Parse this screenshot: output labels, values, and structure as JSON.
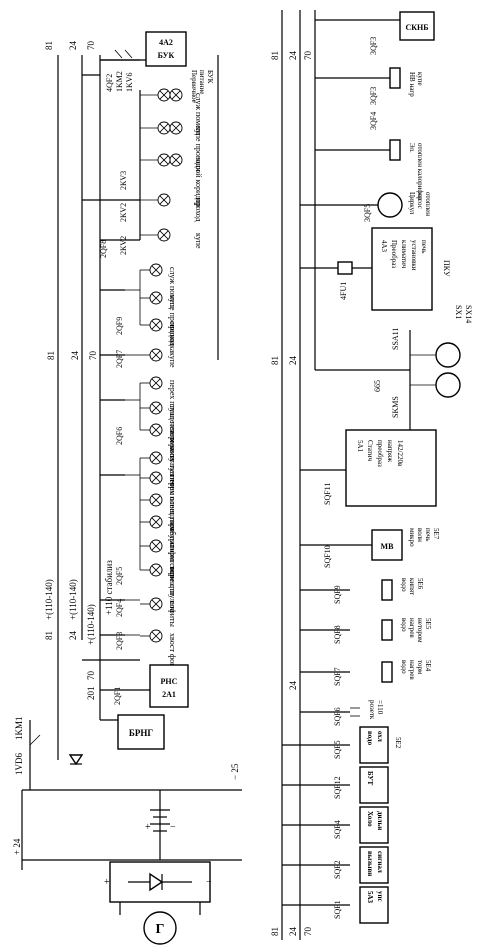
{
  "colors": {
    "ink": "#000000",
    "paper": "#ffffff"
  },
  "left": {
    "bus_top": [
      "81",
      "24",
      "70"
    ],
    "bus_mid": [
      "81",
      "24",
      "70"
    ],
    "bus_bottom": [
      "81",
      "24",
      "70",
      "201"
    ],
    "top_right": {
      "switches": [
        "4QF2",
        "1KM2",
        "1KV6"
      ],
      "box": "4А2\nБУК",
      "caption": [
        "Первичное",
        "питание",
        "БУК"
      ]
    },
    "kv_lamps": [
      {
        "text": "служ помещ",
        "type": "cross"
      },
      {
        "text": "купе проводн",
        "type": "cross"
      },
      {
        "text": "косой коридор",
        "type": "cross"
      },
      {
        "text": "проход",
        "type": "cross"
      },
      {
        "text": "купе",
        "type": "cross"
      }
    ],
    "kv_relays": [
      "2КV3",
      "2КV2",
      "2КV2"
    ],
    "qf8": "2QF8",
    "lamp_groups": [
      {
        "qf": "2QF9",
        "items": [
          "служ помещ",
          "купе проводника",
          "проход"
        ]
      },
      {
        "qf": "2QF7",
        "items": [
          "купе"
        ]
      },
      {
        "qf": "2QF6",
        "items": [
          "перех площ нетормоз",
          "туалет нетормоз",
          "сигн занят туалет"
        ]
      },
      {
        "qf": "2QF5",
        "items": [
          "туалет торм",
          "перех площ торм",
          "освещ котельн",
          "тамбур торм стор",
          "софит торм отп",
          "освещ пульта"
        ]
      },
      {
        "qf": "2QF4",
        "items": [
          "софиты"
        ]
      },
      {
        "qf": "2QF3",
        "items": [
          "хвост фонарик"
        ]
      },
      {
        "qf": "2QF1",
        "items": []
      }
    ],
    "bus_labels": {
      "km": "1KM1",
      "vd": "1VD6",
      "v1": "+(110-140)",
      "v2": "+(110-140)",
      "v3": "+(110-140)",
      "v4": "+110 стабилиз"
    },
    "rns": "РНС\n2А1",
    "brng": "БРНГ",
    "battery": {
      "plus": "+",
      "minus": "−",
      "minus25": "− 25"
    },
    "gen": {
      "label": "Г",
      "plus24": "+ 24",
      "plus": "+",
      "minus": "−"
    }
  },
  "right": {
    "bus": [
      "81",
      "24",
      "70"
    ],
    "bus_mid": [
      "81",
      "24"
    ],
    "bus_low": "24",
    "top": [
      {
        "qf": "3QF3",
        "box": "СКНБ"
      },
      {
        "qf": "3QF3",
        "label": [
          "НВ нагр",
          "купе"
        ]
      },
      {
        "qf": "3QF4",
        "label": [
          "Эл.",
          "отоплен калорифер"
        ]
      },
      {
        "qf": "3QF5",
        "label": [
          "Циркул",
          "насос",
          "отоплен"
        ]
      }
    ],
    "pku": {
      "text": [
        "4А3",
        "Преобраз",
        "климатич",
        "установки",
        "печь"
      ],
      "side": "ПКУ",
      "fuse": "4FU1"
    },
    "ssa": "SSA11",
    "skms": "SKMS",
    "n665": "665",
    "sx": [
      "SX1",
      "SX14"
    ],
    "static_box": {
      "qf": "SQF11",
      "text": [
        "5А1",
        "Статич",
        "преобраз",
        "напряж",
        "142/220в"
      ]
    },
    "mv": {
      "qf": "SQF10",
      "box": "МВ",
      "label": [
        "микро",
        "волн",
        "печь",
        "5Е7"
      ]
    },
    "bottom": [
      {
        "qf": "SQF9",
        "label": [
          "водо",
          "кипят",
          "5Е6"
        ]
      },
      {
        "qf": "SQF8",
        "label": [
          "водо",
          "нагрев",
          "нетором",
          "5Е5"
        ]
      },
      {
        "qf": "SQF7",
        "label": [
          "водо",
          "нагрев",
          "торм",
          "5Е4"
        ]
      },
      {
        "qf": "SQF6",
        "label": [
          "розетк",
          "=110"
        ]
      },
      {
        "qf": "SQF5",
        "box": "водо\nохл",
        "label": [
          "5Е2"
        ]
      },
      {
        "qf": "SQF12",
        "box": "БУТ"
      },
      {
        "qf": "SQF4",
        "box": "Холо\nдильн"
      },
      {
        "qf": "SQF2",
        "box": "вызывн\nсигнал"
      },
      {
        "qf": "SQF1",
        "box": "5А3\nупс"
      }
    ]
  }
}
